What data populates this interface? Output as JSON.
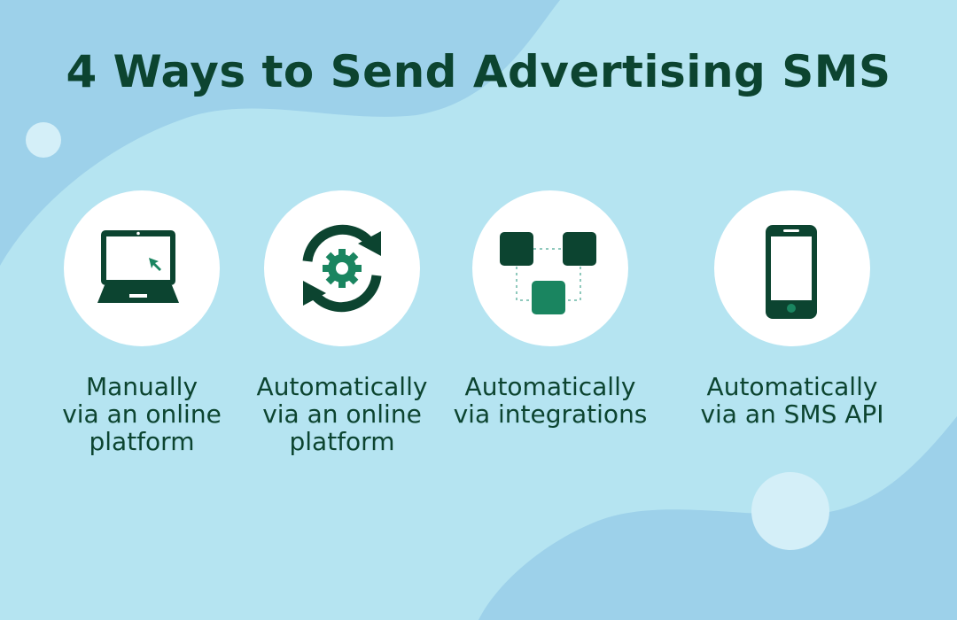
{
  "title": "4 Ways to Send Advertising SMS",
  "colors": {
    "background": "#b5e4f1",
    "blob": "#9dd1ea",
    "bubble": "#d4eff8",
    "circle": "#ffffff",
    "text": "#0c4430",
    "icon_dark": "#0c4430",
    "icon_accent": "#1a8560",
    "dots": "#8fc9bc"
  },
  "methods": [
    {
      "icon": "laptop-cursor-icon",
      "label_lines": [
        "Manually",
        "via an online",
        "platform"
      ]
    },
    {
      "icon": "sync-gear-icon",
      "label_lines": [
        "Automatically",
        "via an online",
        "platform"
      ]
    },
    {
      "icon": "integrations-icon",
      "label_lines": [
        "Automatically",
        "via integrations"
      ]
    },
    {
      "icon": "smartphone-icon",
      "label_lines": [
        "Automatically",
        "via an SMS API"
      ]
    }
  ]
}
